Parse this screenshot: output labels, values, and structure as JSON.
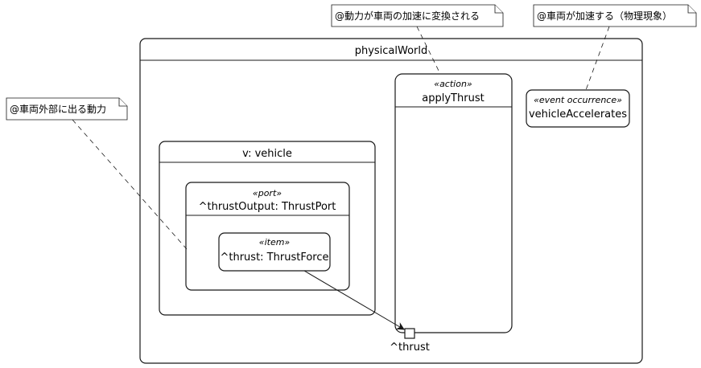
{
  "world": {
    "title": "physicalWorld"
  },
  "vehicle": {
    "title": "v: vehicle"
  },
  "port": {
    "stereotype": "«port»",
    "title": "^thrustOutput: ThrustPort"
  },
  "item": {
    "stereotype": "«item»",
    "title": "^thrust: ThrustForce"
  },
  "action": {
    "stereotype": "«action»",
    "title": "applyThrust",
    "pin_label": "^thrust"
  },
  "event": {
    "stereotype": "«event occurrence»",
    "title": "vehicleAccelerates"
  },
  "notes": {
    "vehicle_output": "@車両外部に出る動力",
    "apply_thrust": "@動力が車両の加速に変換される",
    "vehicle_accelerates": "@車両が加速する（物理現象）"
  }
}
